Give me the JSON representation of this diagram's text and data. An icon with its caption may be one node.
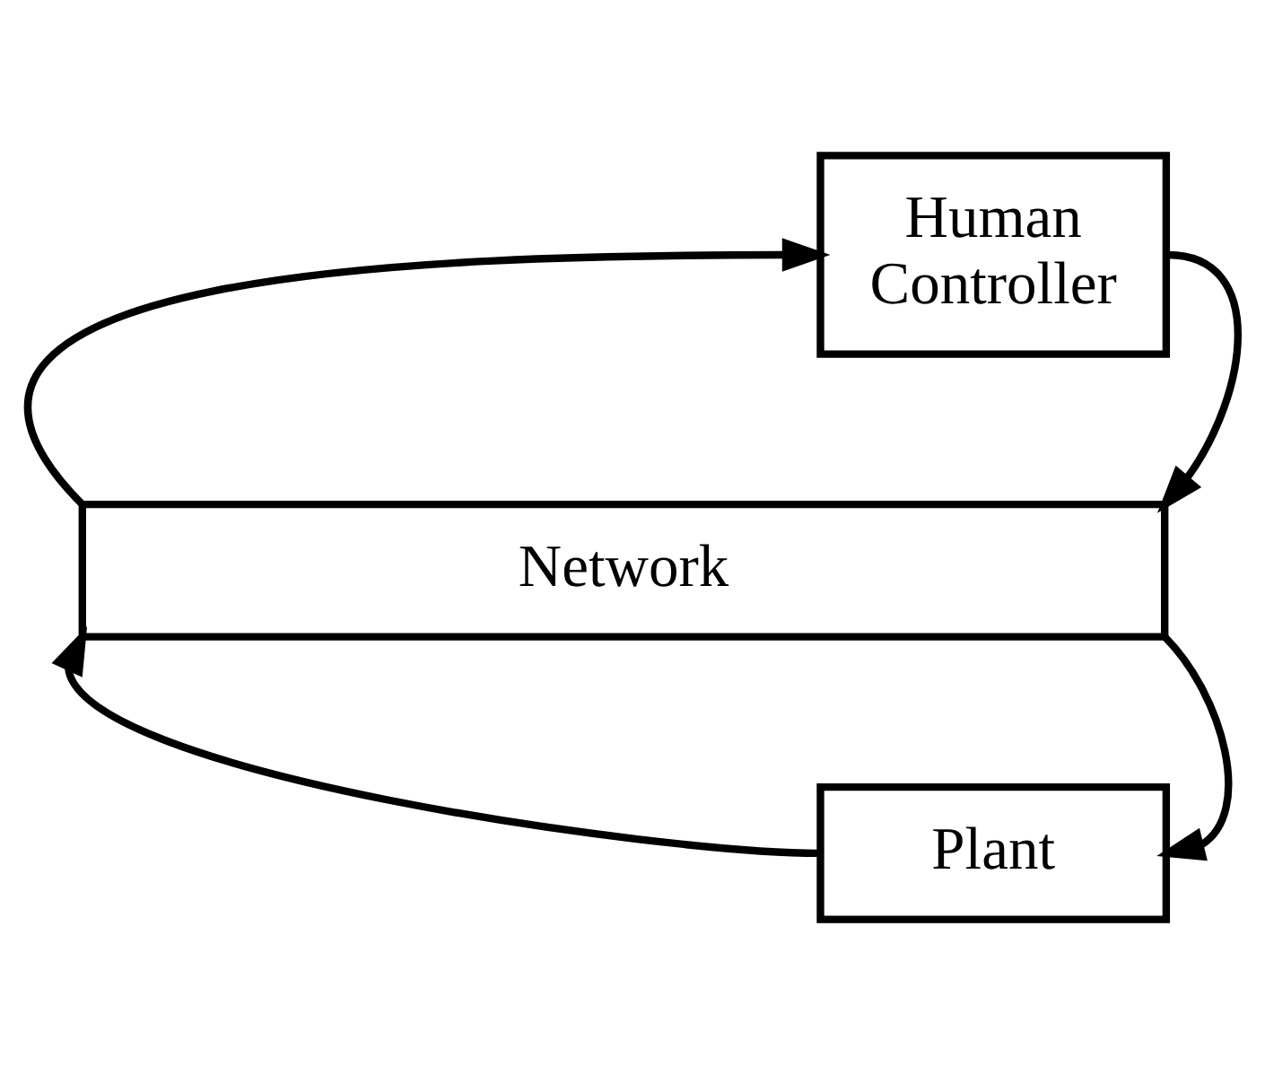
{
  "diagram": {
    "nodes": [
      {
        "text": [
          "Human Controller"
        ]
      },
      {
        "text": [
          "Network"
        ]
      },
      {
        "text": [
          "Plant"
        ]
      }
    ],
    "edges": [
      {
        "from": 1,
        "to": 0,
        "arrow": "to"
      },
      {
        "from": 0,
        "to": 1,
        "arrow": "to"
      },
      {
        "from": 1,
        "to": 2,
        "arrow": "to"
      },
      {
        "from": 2,
        "to": 1,
        "arrow": "to"
      }
    ]
  }
}
